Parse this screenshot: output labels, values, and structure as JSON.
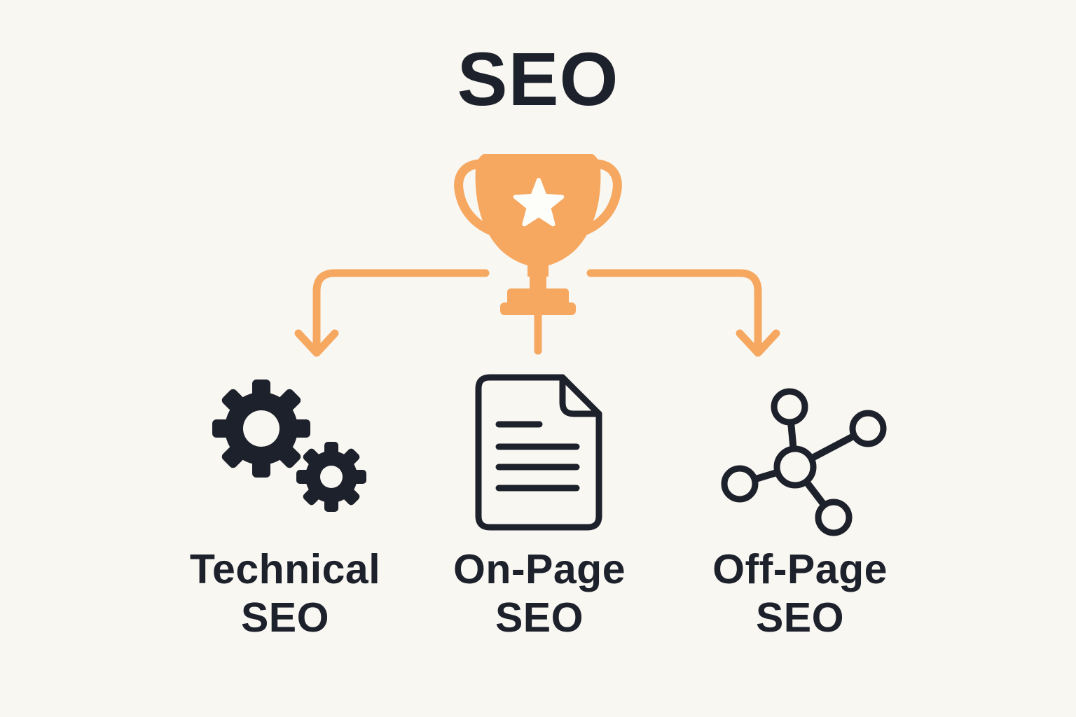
{
  "diagram": {
    "title": "SEO",
    "root_icon": "trophy-icon",
    "colors": {
      "background": "#F9F7F2",
      "accent": "#F6A861",
      "ink": "#1D212B",
      "cutout": "#FDFDFA"
    },
    "branches": [
      {
        "label": "Technical SEO",
        "label_line1": "Technical",
        "label_line2": "SEO",
        "icon": "gears-icon"
      },
      {
        "label": "On-Page SEO",
        "label_line1": "On-Page",
        "label_line2": "SEO",
        "icon": "document-icon"
      },
      {
        "label": "Off-Page SEO",
        "label_line1": "Off-Page",
        "label_line2": "SEO",
        "icon": "network-icon"
      }
    ]
  }
}
